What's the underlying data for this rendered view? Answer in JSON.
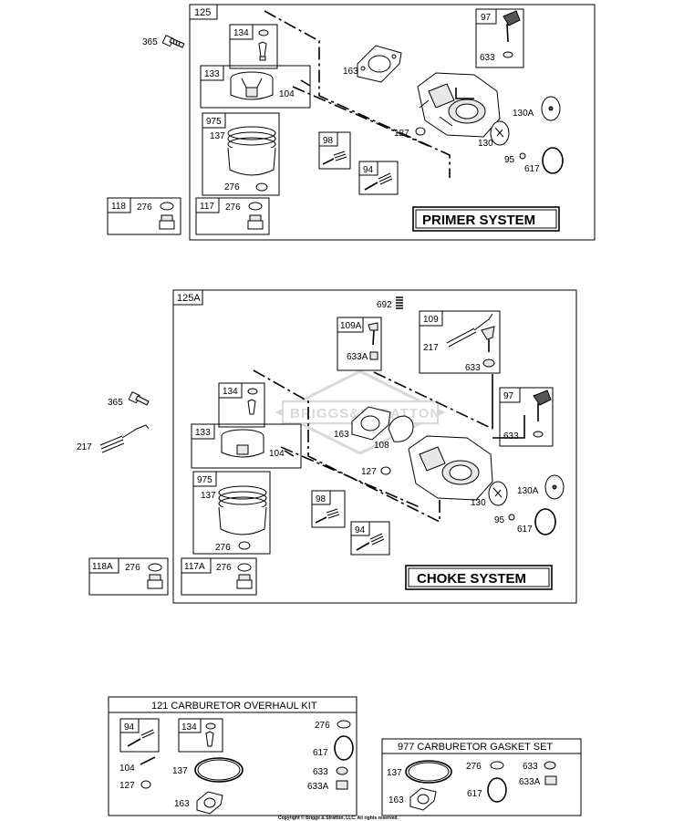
{
  "primer": {
    "box": "125",
    "system_label": "PRIMER SYSTEM",
    "labels": {
      "p365": "365",
      "p134": "134",
      "p133": "133",
      "p104": "104",
      "p975": "975",
      "p137": "137",
      "p276": "276",
      "p118": "118",
      "p118_276": "276",
      "p117": "117",
      "p117_276": "276",
      "p98": "98",
      "p94": "94",
      "p163": "163",
      "p127": "127",
      "p97": "97",
      "p633": "633",
      "p130A": "130A",
      "p130": "130",
      "p95": "95",
      "p617": "617"
    }
  },
  "choke": {
    "box": "125A",
    "system_label": "CHOKE SYSTEM",
    "watermark": "BRIGGS&STRATTON",
    "labels": {
      "p692": "692",
      "p109A": "109A",
      "p633A": "633A",
      "p109": "109",
      "p217": "217",
      "p633": "633",
      "p365": "365",
      "p217_out": "217",
      "p134": "134",
      "p133": "133",
      "p104": "104",
      "p975": "975",
      "p137": "137",
      "p276": "276",
      "p118A": "118A",
      "p118A_276": "276",
      "p117A": "117A",
      "p117A_276": "276",
      "p163": "163",
      "p108": "108",
      "p127": "127",
      "p98": "98",
      "p94": "94",
      "p97": "97",
      "p633b": "633",
      "p130A": "130A",
      "p130": "130",
      "p95": "95",
      "p617": "617"
    }
  },
  "overhaul_kit": {
    "title": "121 CARBURETOR OVERHAUL KIT",
    "labels": {
      "p94": "94",
      "p134": "134",
      "p104": "104",
      "p127": "127",
      "p137": "137",
      "p163": "163",
      "p276": "276",
      "p617": "617",
      "p633": "633",
      "p633A": "633A"
    }
  },
  "gasket_set": {
    "title": "977 CARBURETOR GASKET SET",
    "labels": {
      "p137": "137",
      "p163": "163",
      "p276": "276",
      "p617": "617",
      "p633": "633",
      "p633A": "633A"
    }
  },
  "copyright": "Copyright © Briggs & Stratton, LLC. All rights reserved."
}
